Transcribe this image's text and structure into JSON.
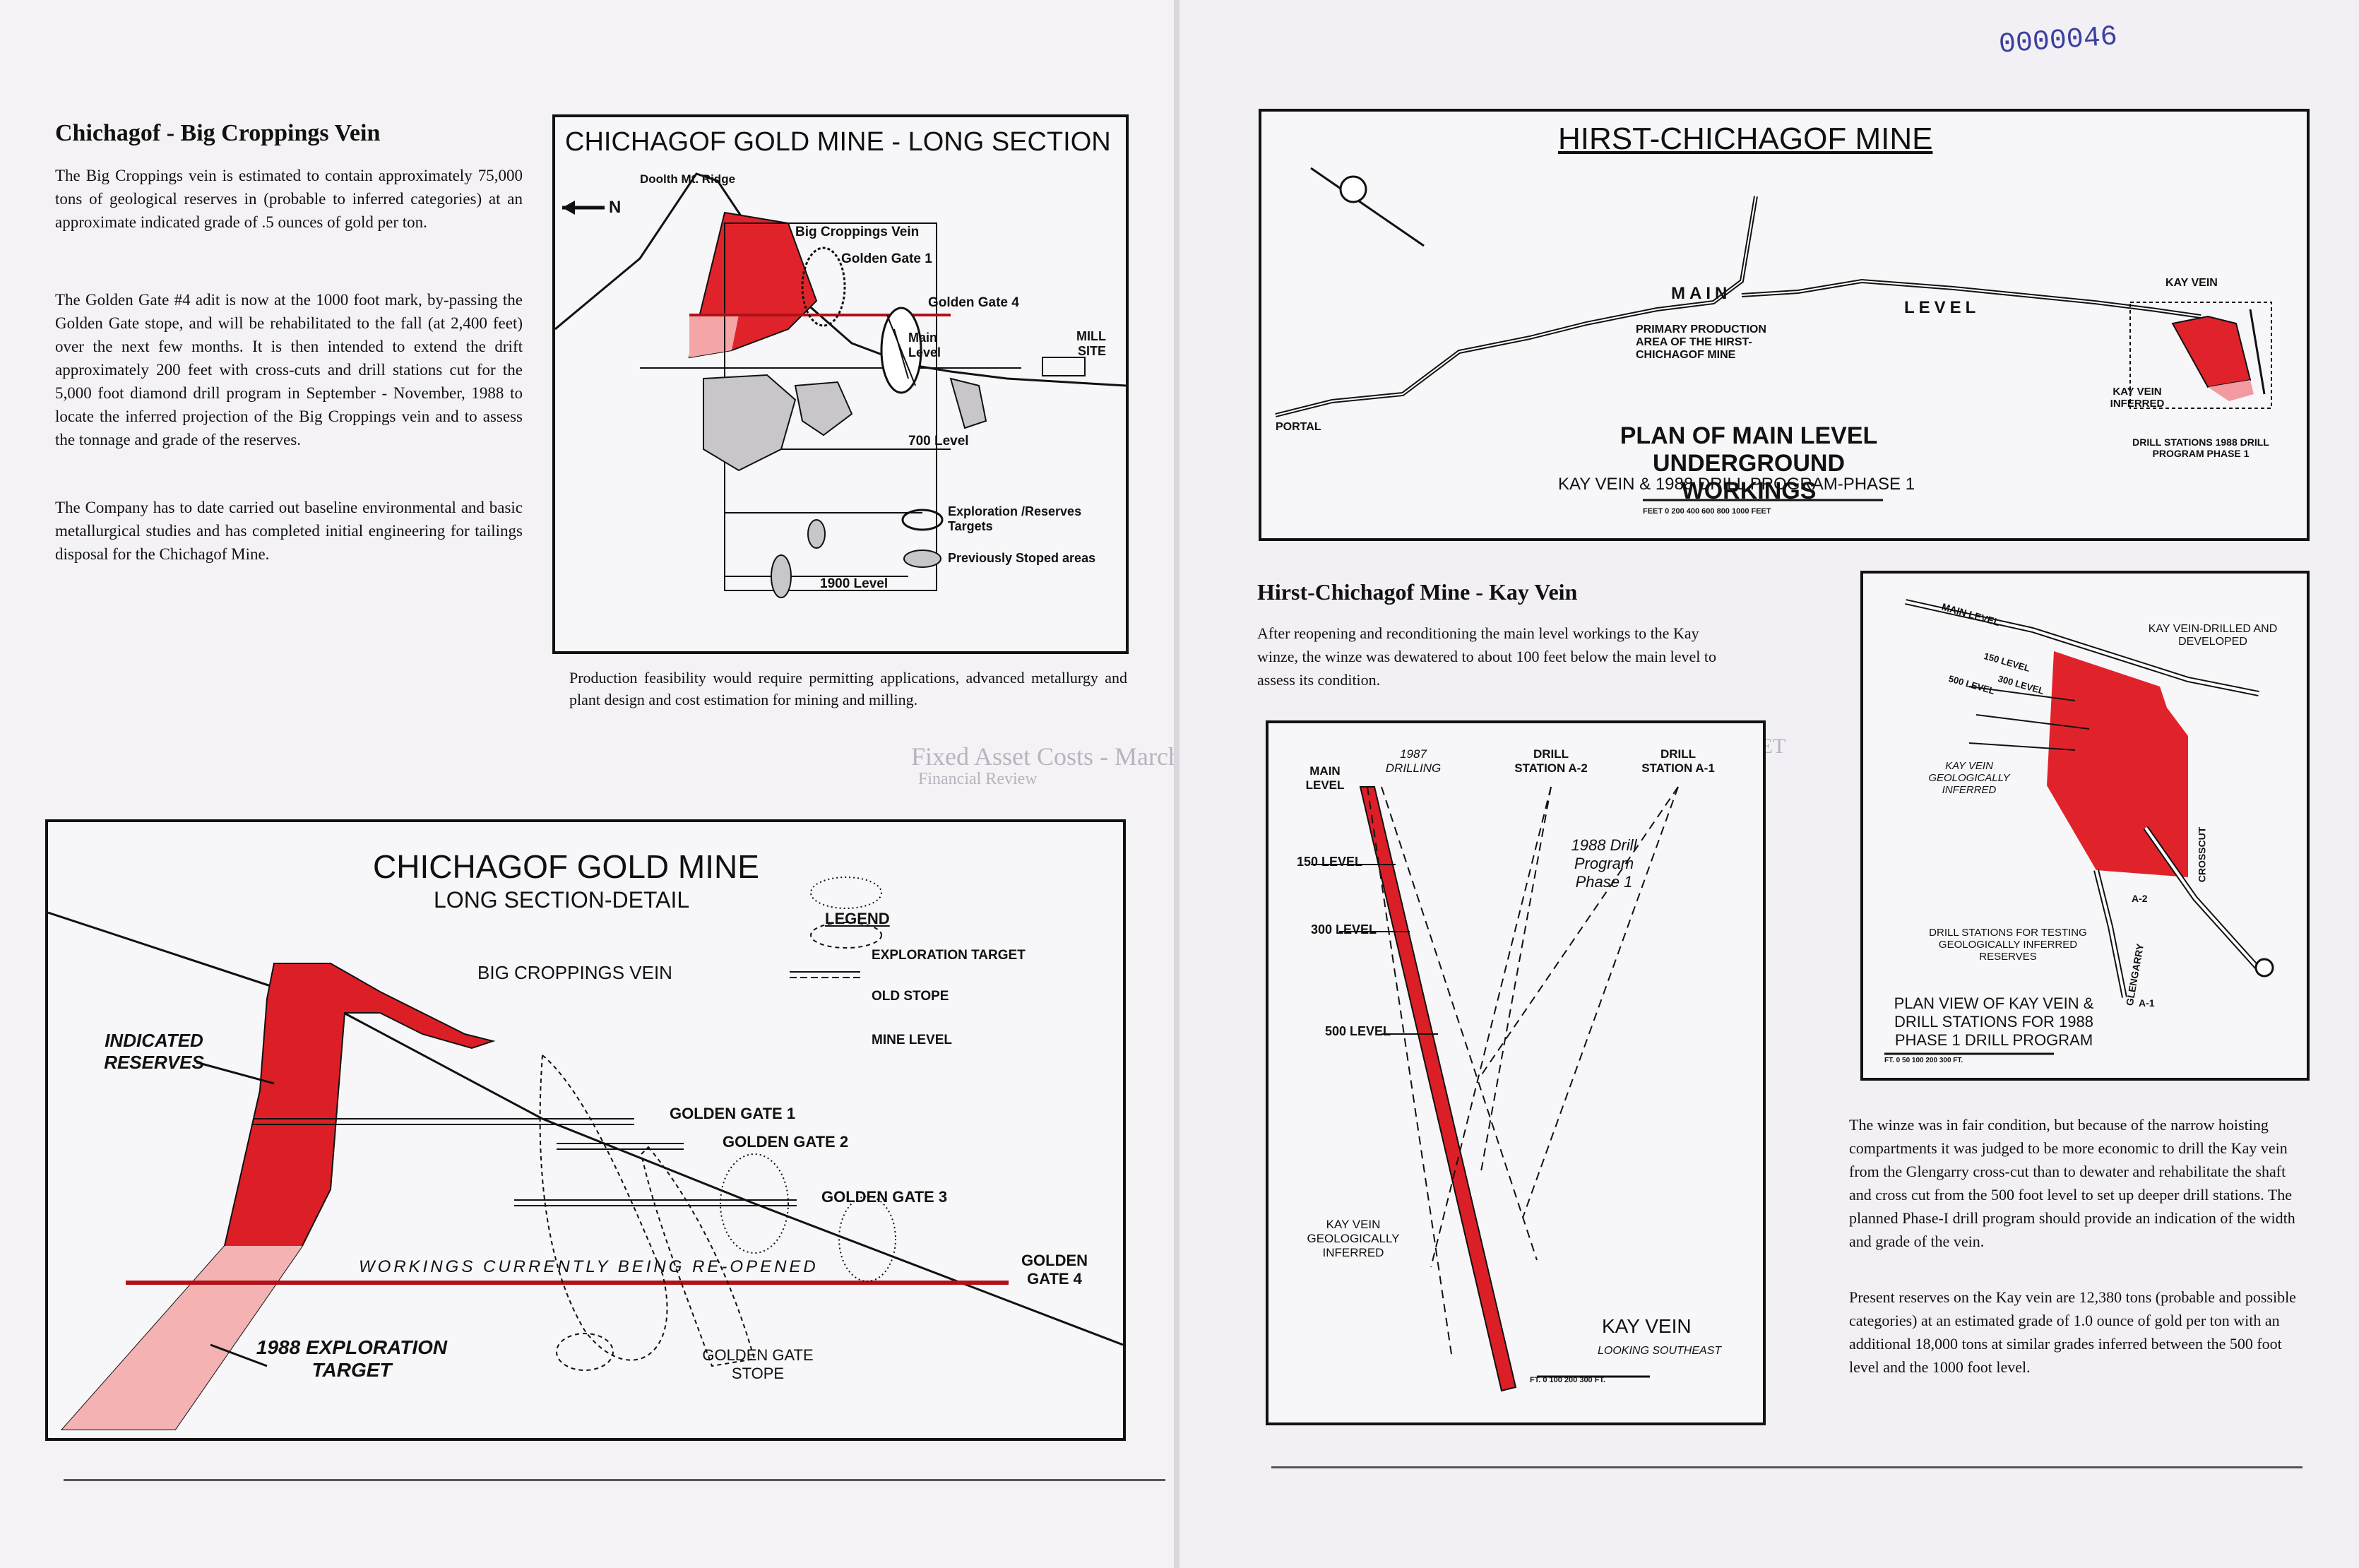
{
  "document_id": "0000046",
  "left": {
    "big_croppings": {
      "heading": "Chichagof - Big Croppings Vein",
      "p1": "The Big Croppings vein is estimated to contain approximately 75,000 tons of geological reserves in (probable to inferred categories) at an approximate indicated grade of .5 ounces of gold per ton.",
      "p2": "The Golden Gate #4 adit is now at the 1000 foot mark, by-passing the Golden Gate stope, and will be rehabilitated to the fall (at 2,400 feet) over the next few months. It is then intended to extend the drift approximately 200 feet with cross-cuts and drill stations cut for the 5,000 foot diamond drill program in September - November, 1988 to locate the inferred projection of the Big Croppings vein and to assess the tonnage and grade of the reserves.",
      "p3": "The Company has to date carried out baseline environmental and basic metallurgical studies and has completed initial engineering for tailings disposal for the Chichagof Mine."
    },
    "long_section": {
      "title": "CHICHAGOF GOLD MINE - LONG SECTION",
      "ridge": "Doolth Mt. Ridge",
      "north": "N",
      "big_croppings_vein": "Big Croppings Vein",
      "golden_gate_1": "Golden Gate 1",
      "golden_gate_4": "Golden Gate 4",
      "main_level": "Main Level",
      "mill_site": "MILL SITE",
      "level_700": "700 Level",
      "level_1900": "1900 Level",
      "legend_targets": "Exploration /Reserves Targets",
      "legend_stoped": "Previously Stoped areas"
    },
    "caption": "Production feasibility would require permitting applications, advanced metallurgy and plant design and cost estimation for mining and milling.",
    "detail": {
      "title": "CHICHAGOF GOLD MINE",
      "subtitle": "LONG SECTION-DETAIL",
      "legend_title": "LEGEND",
      "legend_exploration": "EXPLORATION TARGET",
      "legend_old_stope": "OLD STOPE",
      "legend_mine_level": "MINE LEVEL",
      "big_croppings": "BIG CROPPINGS VEIN",
      "indicated_reserves": "INDICATED RESERVES",
      "gg1": "GOLDEN GATE 1",
      "gg2": "GOLDEN GATE 2",
      "gg3": "GOLDEN GATE 3",
      "gg4": "GOLDEN GATE 4",
      "workings": "WORKINGS CURRENTLY BEING RE-OPENED",
      "target1988": "1988 EXPLORATION TARGET",
      "stope": "GOLDEN GATE STOPE"
    }
  },
  "right": {
    "plan": {
      "title": "HIRST-CHICHAGOF MINE",
      "main": "MAIN",
      "level": "LEVEL",
      "primary": "PRIMARY PRODUCTION AREA OF THE HIRST-CHICHAGOF MINE",
      "portal": "PORTAL",
      "kay_vein": "KAY VEIN",
      "kay_inferred": "KAY VEIN INFERRED",
      "drill_stations": "DRILL STATIONS 1988 DRILL PROGRAM PHASE 1",
      "plan_title": "PLAN OF MAIN LEVEL UNDERGROUND WORKINGS",
      "plan_sub": "KAY VEIN & 1988 DRILL PROGRAM-PHASE 1",
      "scale": "FEET 0   200   400   600   800   1000 FEET"
    },
    "kay": {
      "heading": "Hirst-Chichagof Mine - Kay Vein",
      "p1": "After reopening and reconditioning the main level workings to the Kay winze, the winze was dewatered to about 100 feet below the main level to assess its condition.",
      "p2": "The winze was in fair condition, but because of the narrow hoisting compartments it was judged to be more economic to drill the Kay vein from the Glengarry cross-cut than to dewater and rehabilitate the shaft and cross cut from the 500 foot level to set up deeper drill stations. The planned Phase-I drill program should provide an indication of the width and grade of the vein.",
      "p3": "Present reserves on the Kay vein are 12,380 tons (probable and possible categories) at an estimated grade of 1.0 ounce of gold per ton with an additional 18,000 tons at similar grades inferred between the 500 foot level and the 1000 foot level."
    },
    "section": {
      "main_level": "MAIN LEVEL",
      "drilling": "1987 DRILLING",
      "ds_a2": "DRILL STATION A-2",
      "ds_a1": "DRILL STATION A-1",
      "program": "1988 Drill Program Phase 1",
      "l150": "150 LEVEL",
      "l300": "300 LEVEL",
      "l500": "500 LEVEL",
      "inferred": "KAY VEIN GEOLOGICALLY INFERRED",
      "title": "KAY VEIN",
      "looking": "LOOKING SOUTHEAST",
      "scale": "FT. 0   100   200   300 FT."
    },
    "planview": {
      "main_level": "MAIN LEVEL",
      "drilled": "KAY VEIN-DRILLED AND DEVELOPED",
      "l150": "150 LEVEL",
      "l300": "300 LEVEL",
      "l500": "500 LEVEL",
      "inferred": "KAY VEIN GEOLOGICALLY INFERRED",
      "stations": "DRILL STATIONS FOR TESTING GEOLOGICALLY INFERRED RESERVES",
      "crosscut": "CROSSCUT",
      "glengarry": "GLENGARRY",
      "a2": "A-2",
      "a1": "A-1",
      "title": "PLAN VIEW OF KAY VEIN & DRILL STATIONS FOR 1988 PHASE 1 DRILL PROGRAM",
      "scale": "FT. 0   50   100   200   300 FT."
    }
  }
}
